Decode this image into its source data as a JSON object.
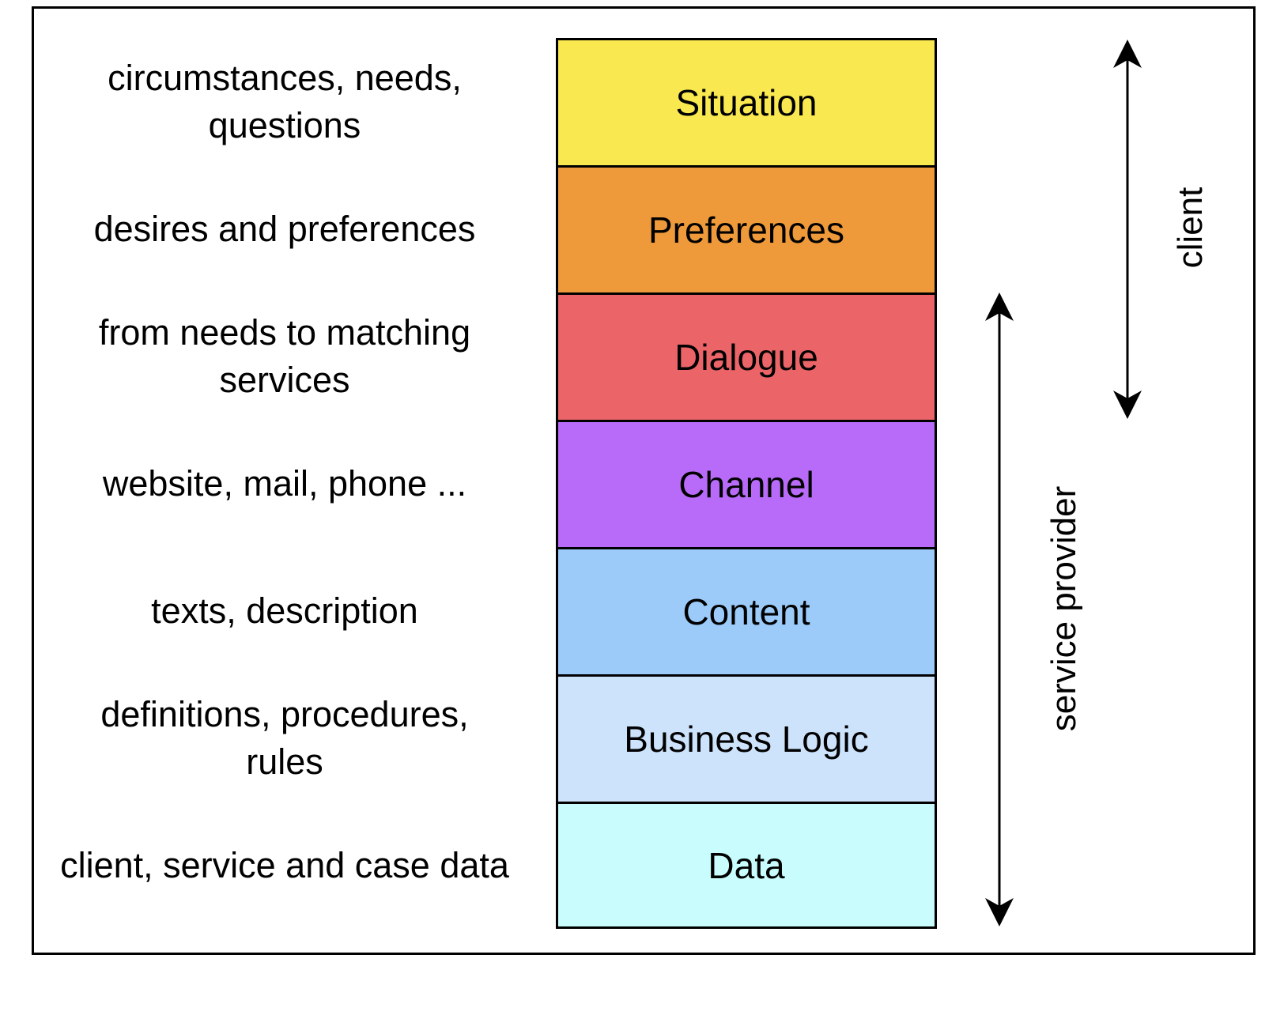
{
  "layers": [
    {
      "label": "Situation",
      "color": "#f9e84f",
      "description": "circumstances, needs, questions"
    },
    {
      "label": "Preferences",
      "color": "#ee9a3a",
      "description": "desires and preferences"
    },
    {
      "label": "Dialogue",
      "color": "#eb6468",
      "description": "from needs to matching services"
    },
    {
      "label": "Channel",
      "color": "#b86bf8",
      "description": "website, mail, phone ..."
    },
    {
      "label": "Content",
      "color": "#9ccbfa",
      "description": "texts, description"
    },
    {
      "label": "Business Logic",
      "color": "#cde3fb",
      "description": "definitions, procedures, rules"
    },
    {
      "label": "Data",
      "color": "#c8fcfd",
      "description": "client, service and case data"
    }
  ],
  "arrows": {
    "client_label": "client",
    "service_provider_label": "service provider"
  }
}
